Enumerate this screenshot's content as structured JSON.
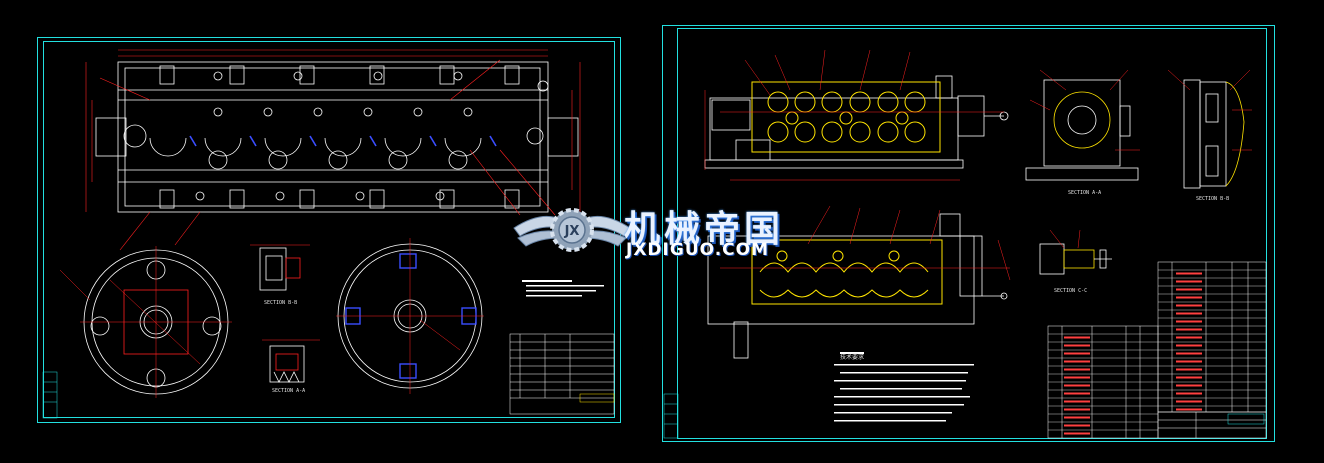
{
  "watermark": {
    "brand_cn": "机械帝国",
    "brand_en": "JXDIGUO.COM",
    "logo_text": "JX"
  },
  "sheets": {
    "left": {
      "section_a": "SECTION A-A",
      "section_b": "SECTION B-B"
    },
    "right": {
      "section_a": "SECTION A-A",
      "section_b": "SECTION B-B",
      "section_c": "SECTION C-C",
      "notes_title": "技术要求"
    }
  },
  "colors": {
    "frame": "#22e0e0",
    "outline": "#ffffff",
    "dimension": "#ff2020",
    "hidden": "#3a4dff",
    "parts": "#ffe400",
    "table_text": "#ff4040"
  }
}
